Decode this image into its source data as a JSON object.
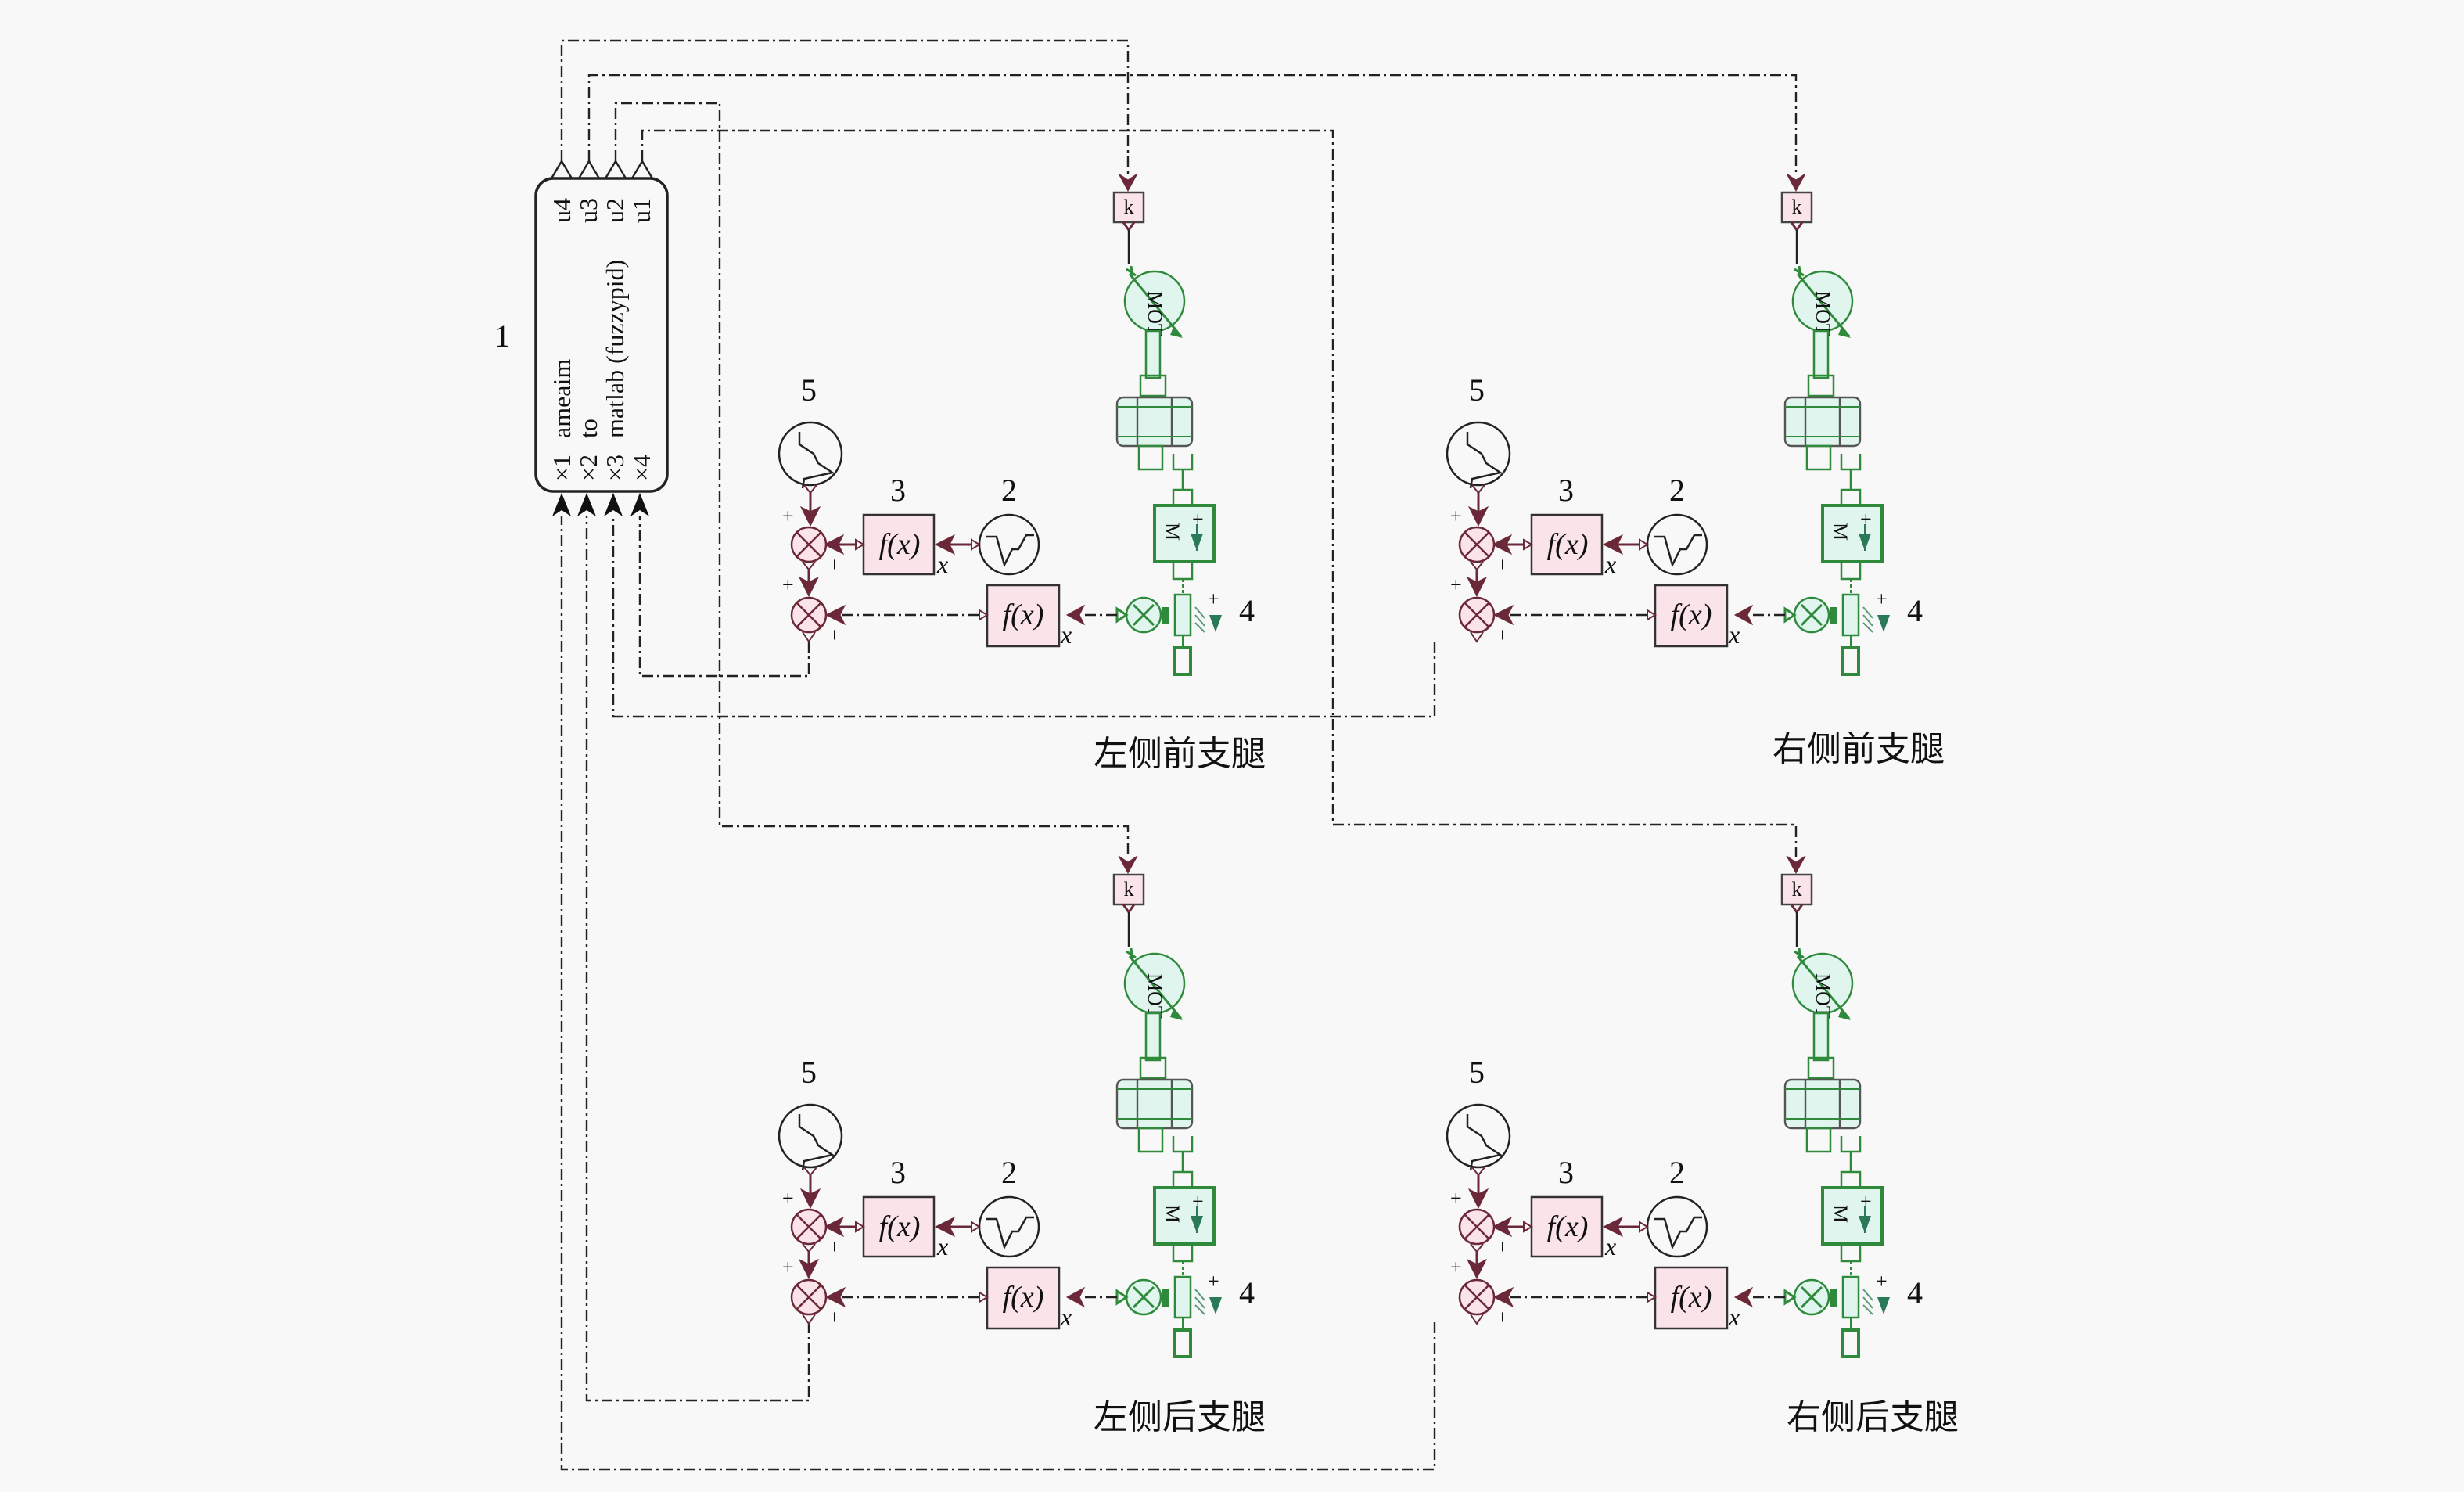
{
  "diagram": {
    "controller": {
      "label_number": "1",
      "title_lines": [
        "ameaim",
        "to",
        "matlab (fuzzypid)"
      ],
      "outputs": [
        "u4",
        "u3",
        "u2",
        "u1"
      ],
      "inputs": [
        "×1",
        "×2",
        "×3",
        "×4"
      ]
    },
    "legend_numbers": {
      "signal_source_5": "5",
      "function_block_3": "3",
      "signal_source_2": "2",
      "sensor_4": "4"
    },
    "symbols": {
      "gain": "k",
      "function": "f(x)",
      "function_input": "x",
      "plus": "+",
      "minus": "−",
      "mass": "M"
    },
    "legs": [
      {
        "id": "left-front",
        "label": "左侧前支腿"
      },
      {
        "id": "right-front",
        "label": "右侧前支腿"
      },
      {
        "id": "left-rear",
        "label": "左侧后支腿"
      },
      {
        "id": "right-rear",
        "label": "右侧后支腿"
      }
    ]
  }
}
